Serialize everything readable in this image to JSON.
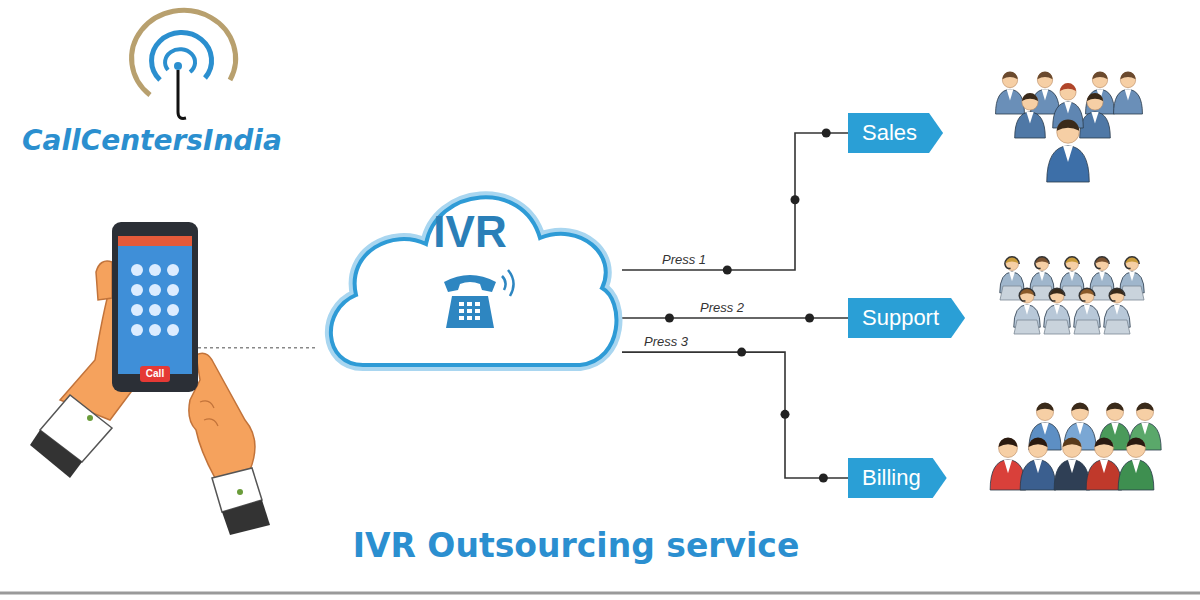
{
  "diagram": {
    "caption": "IVR Outsourcing service",
    "nodes": [
      {
        "text": [
          "Call"
        ]
      },
      {
        "text": [
          "IVR"
        ]
      },
      {
        "text": [
          "Sales"
        ]
      },
      {
        "text": [
          "Support"
        ]
      },
      {
        "text": [
          "Billing"
        ]
      }
    ],
    "edges": [
      {
        "from": 0,
        "to": 1,
        "arrow": "none"
      },
      {
        "from": 1,
        "to": 2,
        "label": "Press 1",
        "arrow": "none"
      },
      {
        "from": 1,
        "to": 3,
        "label": "Press 2",
        "arrow": "none"
      },
      {
        "from": 1,
        "to": 4,
        "label": "Press 3",
        "arrow": "none"
      }
    ],
    "labels": [
      "CallCentersIndia"
    ]
  }
}
